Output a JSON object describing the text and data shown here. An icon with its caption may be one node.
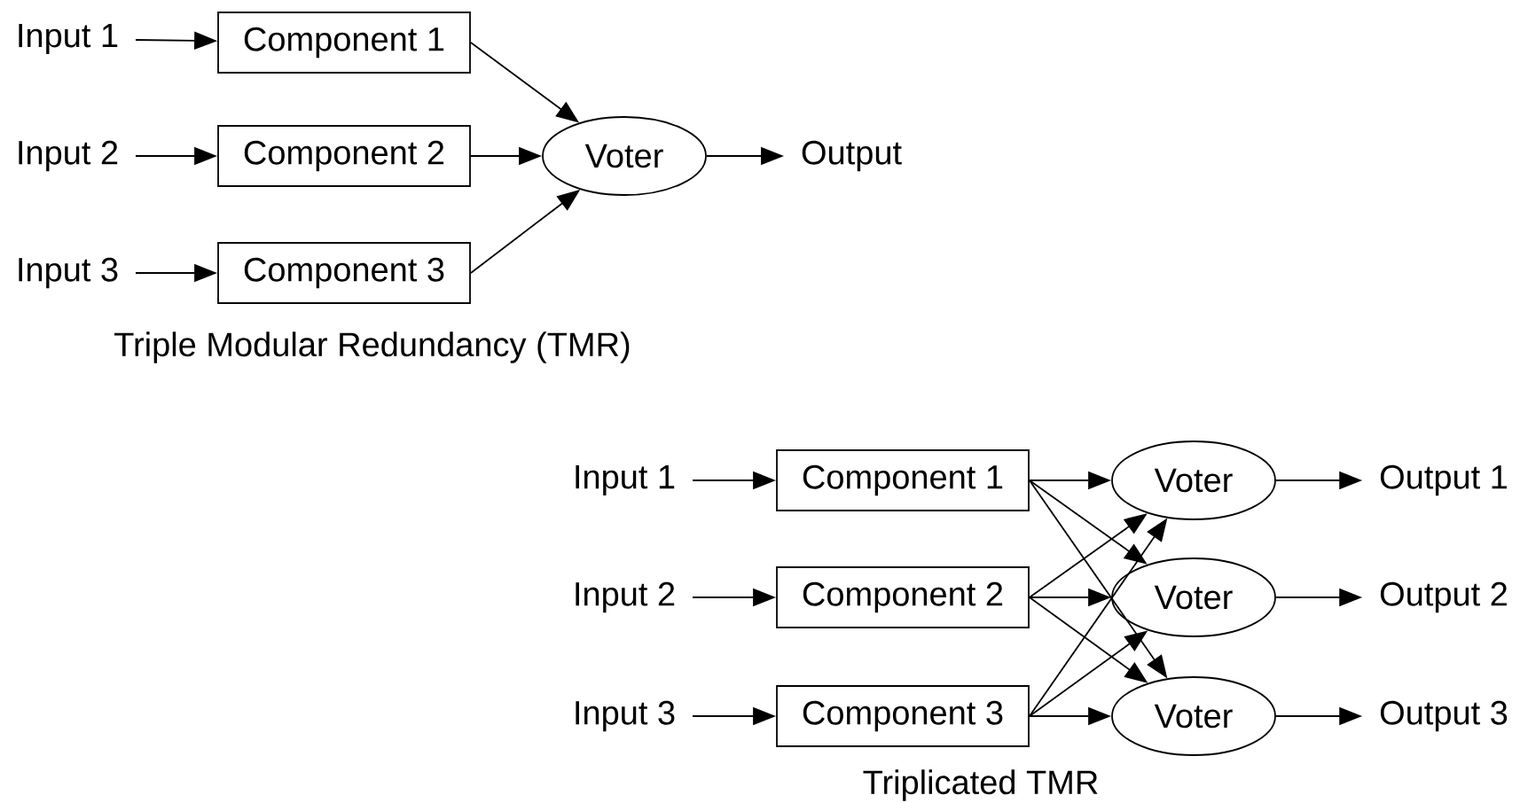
{
  "diagram": {
    "nodes": [
      {
        "text": [
          "Input 1"
        ]
      },
      {
        "text": [
          "Input 2"
        ]
      },
      {
        "text": [
          "Input 3"
        ]
      },
      {
        "text": [
          "Component 1"
        ]
      },
      {
        "text": [
          "Component 2"
        ]
      },
      {
        "text": [
          "Component 3"
        ]
      },
      {
        "text": [
          "Voter"
        ]
      },
      {
        "text": [
          "Output"
        ]
      },
      {
        "text": [
          "Input 1"
        ]
      },
      {
        "text": [
          "Input 2"
        ]
      },
      {
        "text": [
          "Input 3"
        ]
      },
      {
        "text": [
          "Component 1"
        ]
      },
      {
        "text": [
          "Component 2"
        ]
      },
      {
        "text": [
          "Component 3"
        ]
      },
      {
        "text": [
          "Voter"
        ]
      },
      {
        "text": [
          "Voter"
        ]
      },
      {
        "text": [
          "Voter"
        ]
      },
      {
        "text": [
          "Output 1"
        ]
      },
      {
        "text": [
          "Output 2"
        ]
      },
      {
        "text": [
          "Output 3"
        ]
      }
    ],
    "edges": [
      {
        "from": 0,
        "to": 3,
        "arrow": "to"
      },
      {
        "from": 1,
        "to": 4,
        "arrow": "to"
      },
      {
        "from": 2,
        "to": 5,
        "arrow": "to"
      },
      {
        "from": 3,
        "to": 6,
        "arrow": "to"
      },
      {
        "from": 4,
        "to": 6,
        "arrow": "to"
      },
      {
        "from": 5,
        "to": 6,
        "arrow": "to"
      },
      {
        "from": 6,
        "to": 7,
        "arrow": "to"
      },
      {
        "from": 8,
        "to": 11,
        "arrow": "to"
      },
      {
        "from": 9,
        "to": 12,
        "arrow": "to"
      },
      {
        "from": 10,
        "to": 13,
        "arrow": "to"
      },
      {
        "from": 11,
        "to": 14,
        "arrow": "to"
      },
      {
        "from": 11,
        "to": 15,
        "arrow": "to"
      },
      {
        "from": 11,
        "to": 16,
        "arrow": "to"
      },
      {
        "from": 12,
        "to": 14,
        "arrow": "to"
      },
      {
        "from": 12,
        "to": 15,
        "arrow": "to"
      },
      {
        "from": 12,
        "to": 16,
        "arrow": "to"
      },
      {
        "from": 13,
        "to": 14,
        "arrow": "to"
      },
      {
        "from": 13,
        "to": 15,
        "arrow": "to"
      },
      {
        "from": 13,
        "to": 16,
        "arrow": "to"
      },
      {
        "from": 14,
        "to": 17,
        "arrow": "to"
      },
      {
        "from": 15,
        "to": 18,
        "arrow": "to"
      },
      {
        "from": 16,
        "to": 19,
        "arrow": "to"
      }
    ],
    "labels": [
      "Triple Modular Redundancy (TMR)",
      "Triplicated TMR"
    ]
  }
}
